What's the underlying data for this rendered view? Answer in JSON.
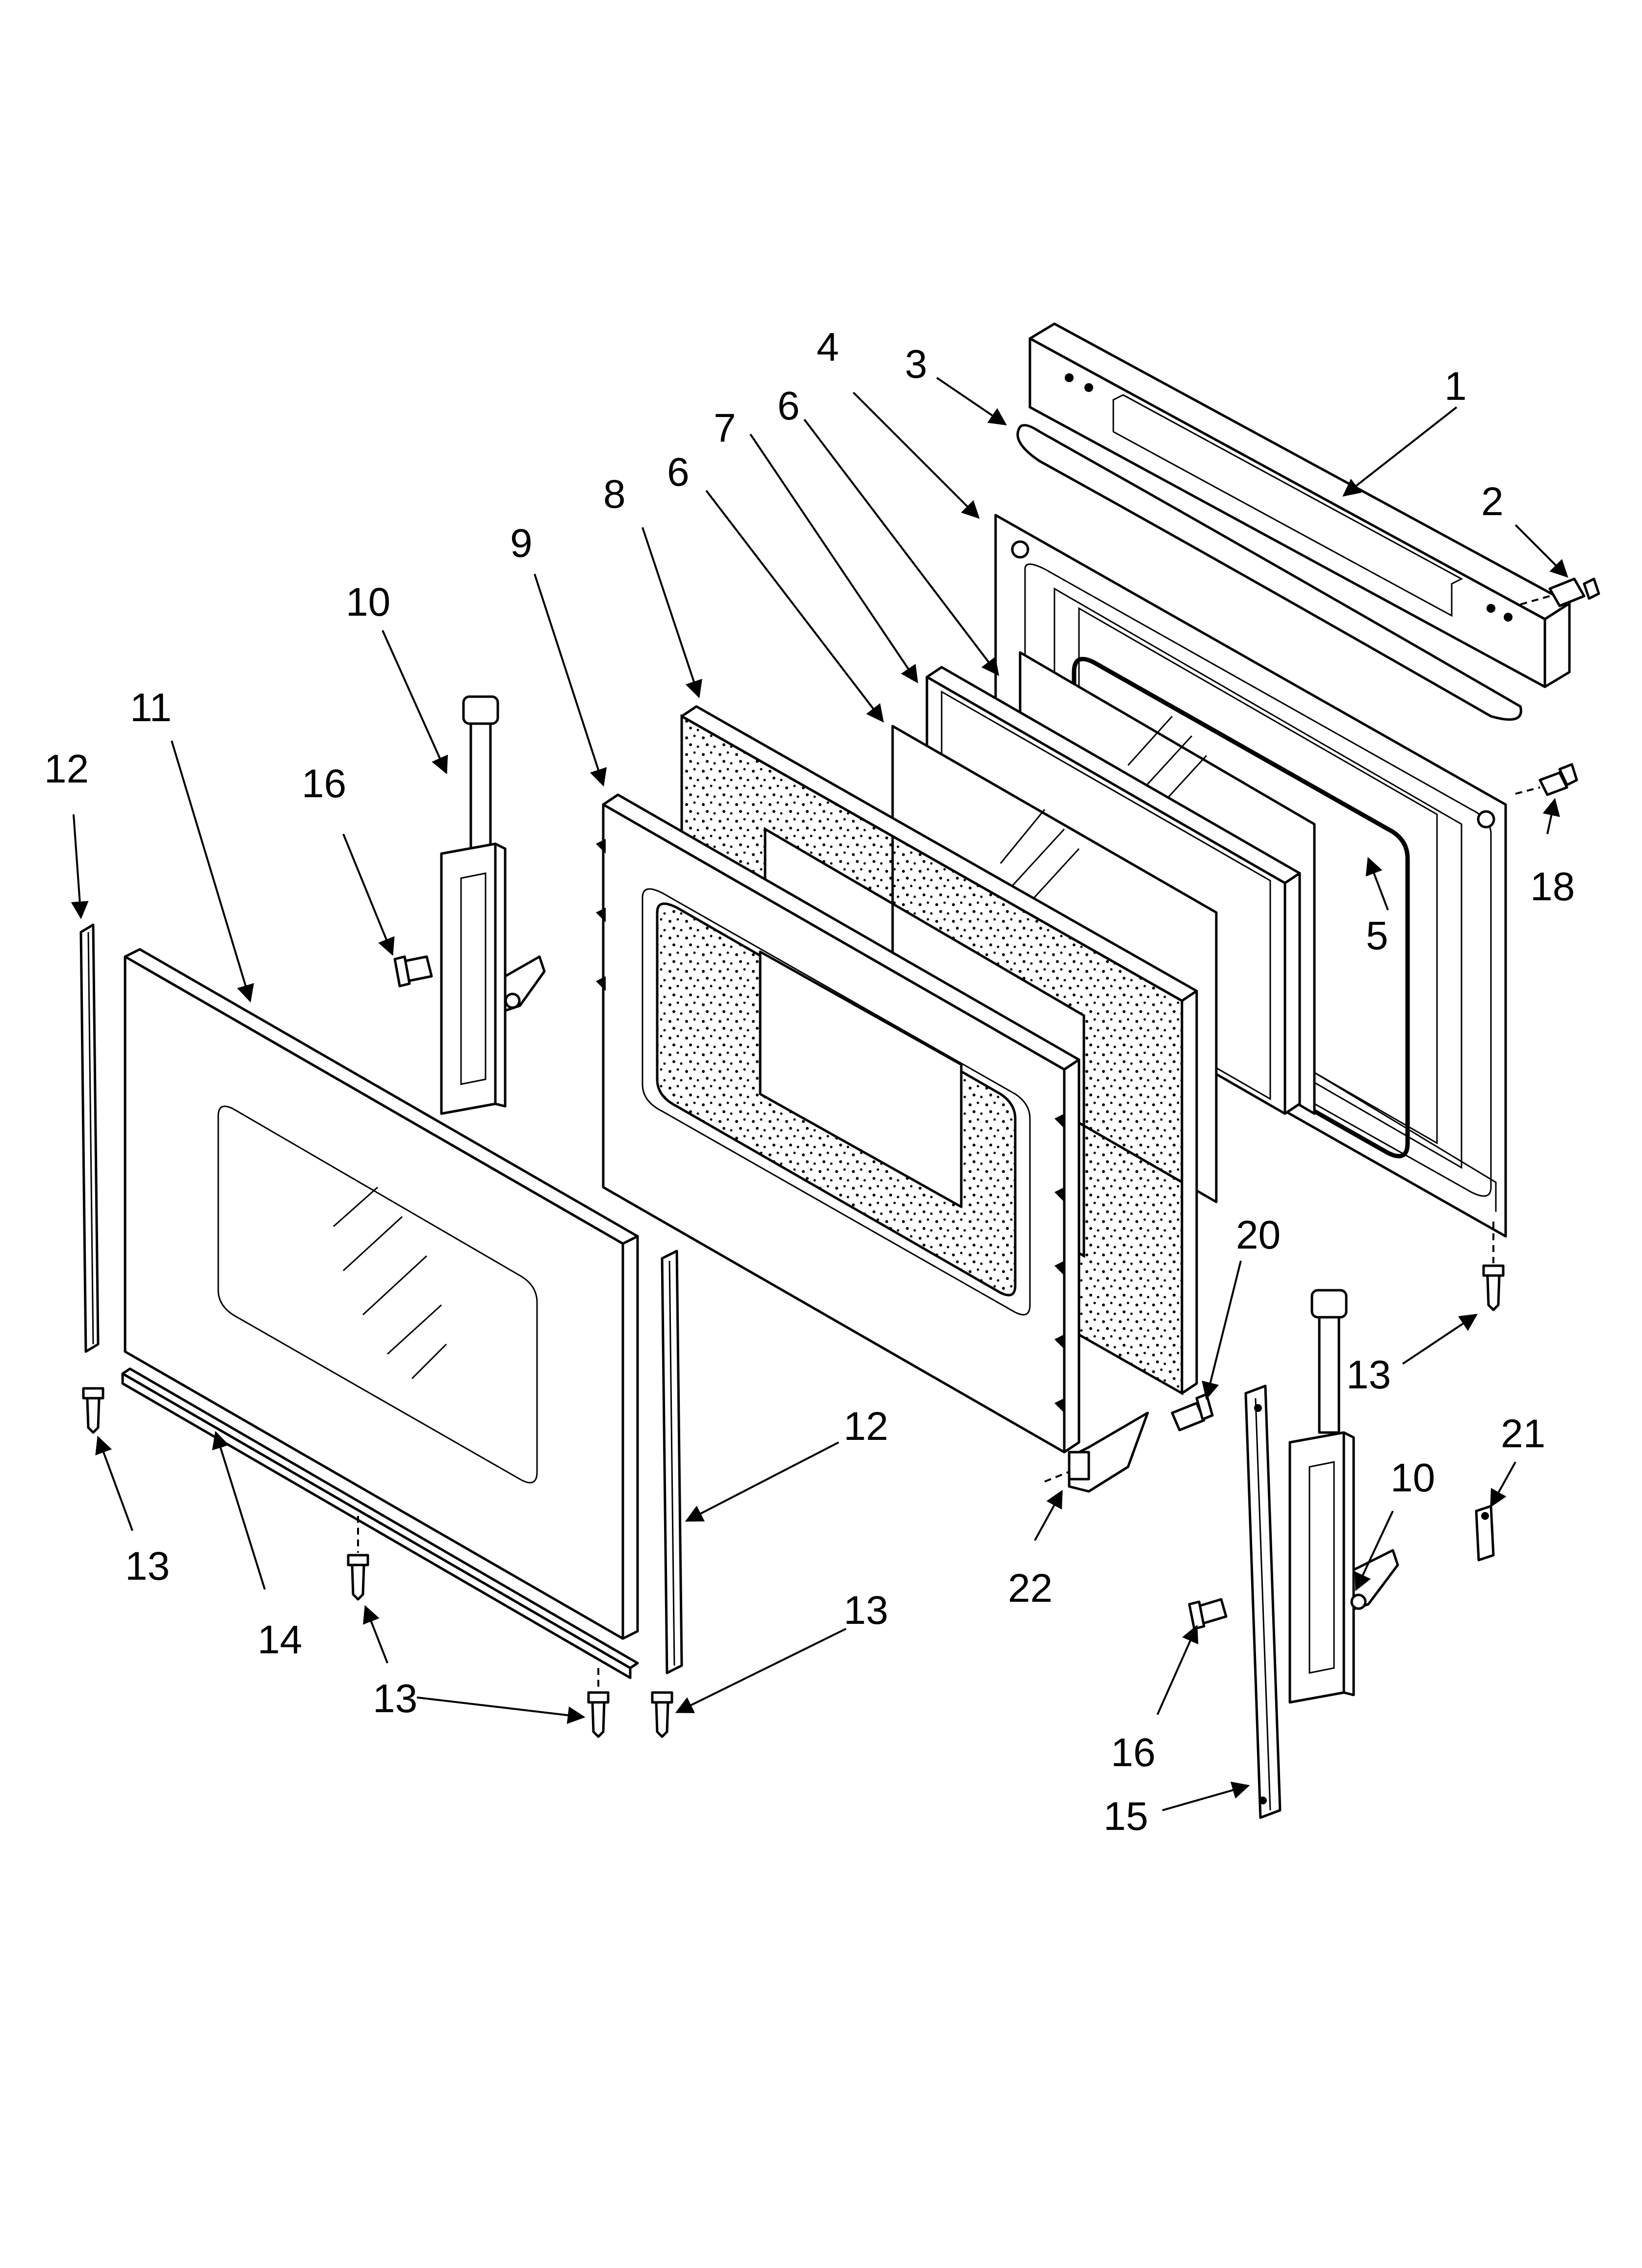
{
  "callouts": {
    "c1": "1",
    "c2": "2",
    "c3": "3",
    "c4": "4",
    "c5": "5",
    "c6a": "6",
    "c6b": "6",
    "c7": "7",
    "c8": "8",
    "c9": "9",
    "c10a": "10",
    "c10b": "10",
    "c11": "11",
    "c12a": "12",
    "c12b": "12",
    "c13a": "13",
    "c13b": "13",
    "c13c": "13",
    "c13d": "13",
    "c14": "14",
    "c15": "15",
    "c16a": "16",
    "c16b": "16",
    "c18": "18",
    "c20": "20",
    "c21": "21",
    "c22": "22"
  },
  "colors": {
    "ink": "#000000",
    "paper": "#ffffff",
    "insulation_dots": "#000000"
  }
}
